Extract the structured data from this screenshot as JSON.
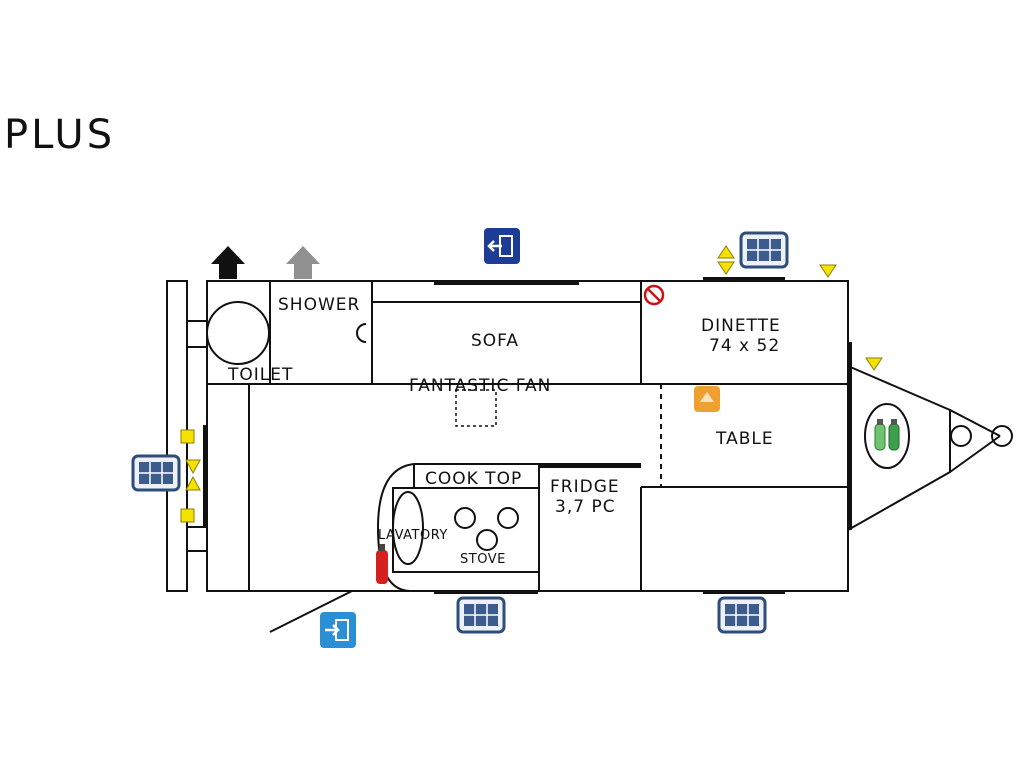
{
  "title": "PLUS",
  "labels": {
    "shower": "SHOWER",
    "toilet": "TOILET",
    "sofa": "SOFA",
    "dinette_line1": "DINETTE",
    "dinette_line2": "74 x 52",
    "fantastic_fan": "FANTASTIC FAN",
    "table": "TABLE",
    "cook_top": "COOK TOP",
    "fridge_line1": "FRIDGE",
    "fridge_line2": "3,7 PC",
    "lavatory": "LAVATORY",
    "stove": "STOVE"
  },
  "colors": {
    "wall": "#111111",
    "entry_icon_dark": "#1d3c96",
    "entry_icon_light": "#2b8fd6",
    "window_frame": "#2e4d7a",
    "warning_yellow": "#f5e200",
    "extinguisher_red": "#d62020",
    "gas_green": "#3aa04a",
    "orange_marker": "#f0a030",
    "no_sign_red": "#d01010",
    "arrow_black": "#111111",
    "arrow_gray": "#909090"
  },
  "icons": [
    "exhaust-arrow-icon",
    "vent-arrow-icon",
    "entry-door-icon",
    "exit-door-icon",
    "window-icon",
    "warning-triangle-icon",
    "no-smoking-icon",
    "gas-bottles-icon",
    "fire-extinguisher-icon",
    "orange-marker-icon"
  ]
}
